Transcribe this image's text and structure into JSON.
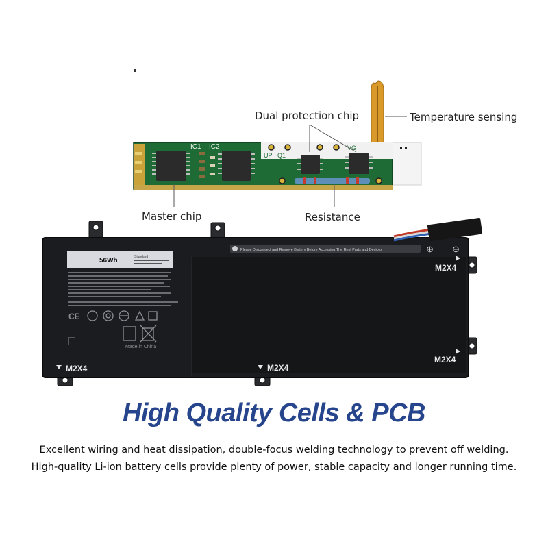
{
  "callouts": {
    "dual_protection_chip": "Dual protection chip",
    "temperature_sensing": "Temperature sensing",
    "master_chip": "Master chip",
    "resistance": "Resistance"
  },
  "pcb": {
    "ic1": "IC1",
    "ic2": "IC2",
    "up": "UP",
    "q1": "Q1",
    "vg": "VG"
  },
  "battery": {
    "capacity": "56Wh",
    "standard": "Standard",
    "warning_banner": "Please Disconnect and Remove Battery Before Accessing The Rest Parts and Devices",
    "made_in": "Made in China",
    "screw_labels": [
      "M2X4",
      "M2X4",
      "M2X4",
      "M2X4"
    ],
    "plus_symbol": "⊕",
    "minus_symbol": "⊖"
  },
  "headline": "High Quality Cells & PCB",
  "description": {
    "line1": "Excellent wiring and heat dissipation, double-focus welding technology to prevent off welding.",
    "line2": "High-quality Li-ion battery cells provide plenty of power, stable capacity and longer running time."
  },
  "colors": {
    "headline": "#26458c",
    "pcb_green": "#1f6b35",
    "battery_body": "#1b1c1f",
    "flex_cable": "#d99a2b"
  }
}
